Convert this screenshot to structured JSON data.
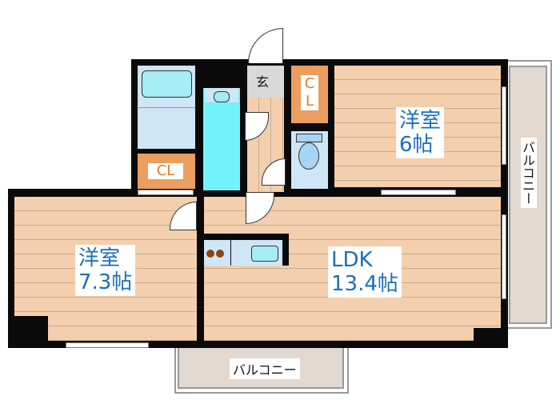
{
  "floorplan": {
    "rooms": {
      "western_room_1": {
        "name": "洋室",
        "size": "6帖"
      },
      "western_room_2": {
        "name": "洋室",
        "size": "7.3帖"
      },
      "ldk": {
        "name": "LDK",
        "size": "13.4帖"
      },
      "entrance": {
        "name": "玄"
      },
      "closet_1": {
        "name": "CL"
      },
      "closet_2": {
        "name": "CL"
      }
    },
    "balconies": {
      "east": {
        "name": "バルコニー"
      },
      "south": {
        "name": "バルコニー"
      }
    },
    "colors": {
      "wall": "#0a0a0a",
      "floor": "#f3cfae",
      "closet": "#eb9e5f",
      "bath": "#cfe6f7",
      "washroom": "#74f2fb",
      "balcony": "#e3d8cf",
      "label_text": "#1a6fb8"
    }
  }
}
